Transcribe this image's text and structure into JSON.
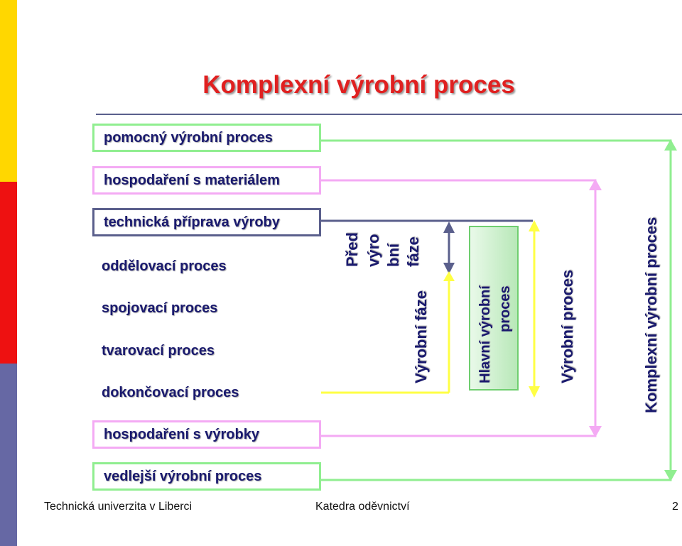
{
  "title": "Komplexní výrobní proces",
  "left_rows": [
    "pomocný výrobní proces",
    "hospodaření s materiálem",
    "technická příprava výroby",
    "oddělovací proces",
    "spojovací proces",
    "tvarovací proces",
    "dokončovací proces",
    "hospodaření s výrobky",
    "vedlejší výrobní proces"
  ],
  "phases": {
    "pred_vyrobni": "Před výro bní fáze",
    "pred_lines": [
      "Před",
      "výro",
      "bní",
      "fáze"
    ],
    "vyrobni_faze": "Výrobní fáze",
    "hlavni": "Hlavní výrobní proces",
    "hlavni_lines": [
      "Hlavní výrobní",
      "proces"
    ],
    "vyrobni_proces": "Výrobní proces",
    "komplexni": "Komplexní výrobní proces"
  },
  "footer": {
    "university": "Technická univerzita v Liberci",
    "department": "Katedra oděvnictví",
    "page": "2"
  },
  "colors": {
    "yellow": "#ffd700",
    "red": "#ee1111",
    "slate": "#6668a4",
    "green": "#90ee90",
    "pink": "#f4aaf4",
    "title_red": "#e02020",
    "text_navy": "#1a1a6e",
    "arrow_slate": "#5a5f8c",
    "arrow_yellow": "#ffff44"
  }
}
